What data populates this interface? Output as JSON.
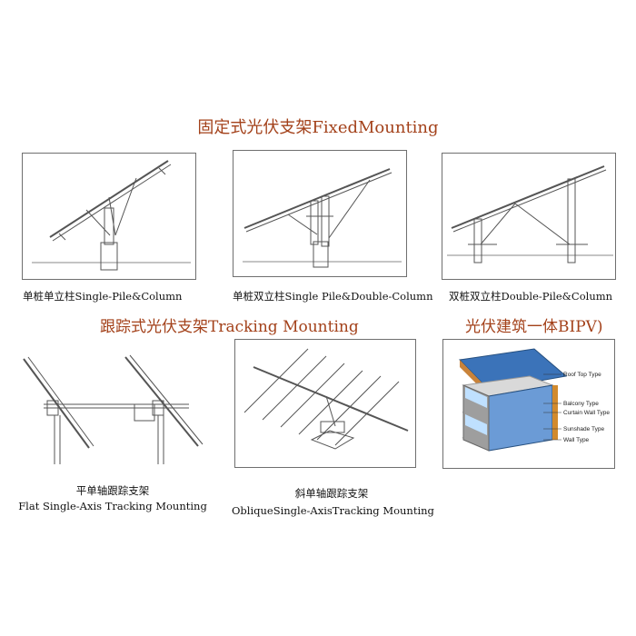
{
  "sections": {
    "fixed": "固定式光伏支架FixedMounting",
    "tracking": "跟踪式光伏支架Tracking Mounting",
    "bipv": "光伏建筑一体BIPV)"
  },
  "captions": {
    "single_pile_column": "单桩单立柱Single-Pile&Column",
    "single_pile_double_column": "单桩双立柱Single Pile&Double-Column",
    "double_pile_column": "双桩双立柱Double-Pile&Column",
    "flat_axis_cn": "平单轴跟踪支架",
    "flat_axis_en": "Flat Single-Axis Tracking  Mounting",
    "oblique_axis_cn": "斜单轴跟踪支架",
    "oblique_axis_en": "ObliqueSingle-AxisTracking Mounting"
  },
  "bipv_labels": {
    "roof": "Roof Top Type",
    "balcony": "Balcony Type",
    "curtain": "Curtain Wall Type",
    "sunshade": "Sunshade Type",
    "wall": "Wall Type"
  },
  "colors": {
    "accent": "#a3411a",
    "solar_blue": "#3b73b9",
    "frame": "#6f6f6f"
  }
}
